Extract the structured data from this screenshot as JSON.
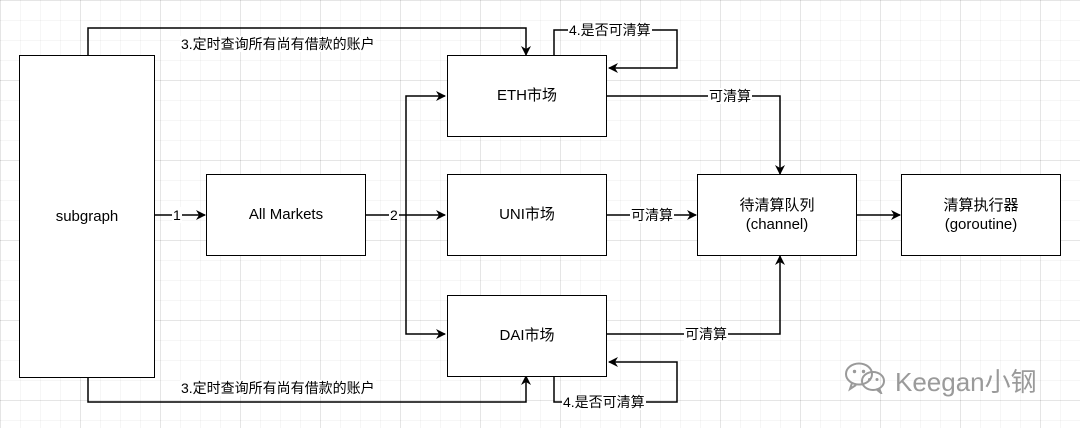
{
  "nodes": {
    "subgraph": "subgraph",
    "all_markets": "All Markets",
    "eth_market": "ETH市场",
    "uni_market": "UNI市场",
    "dai_market": "DAI市场",
    "queue_line1": "待清算队列",
    "queue_line2": "(channel)",
    "executor_line1": "清算执行器",
    "executor_line2": "(goroutine)"
  },
  "edges": {
    "step1": "1",
    "step2": "2",
    "query_top": "3.定时查询所有尚有借款的账户",
    "query_bottom": "3.定时查询所有尚有借款的账户",
    "check_eth": "4.是否可清算",
    "check_dai": "4.是否可清算",
    "eth_liquidatable": "可清算",
    "uni_liquidatable": "可清算",
    "dai_liquidatable": "可清算"
  },
  "watermark": {
    "text": "Keegan小钢",
    "icon": "wechat-icon"
  }
}
